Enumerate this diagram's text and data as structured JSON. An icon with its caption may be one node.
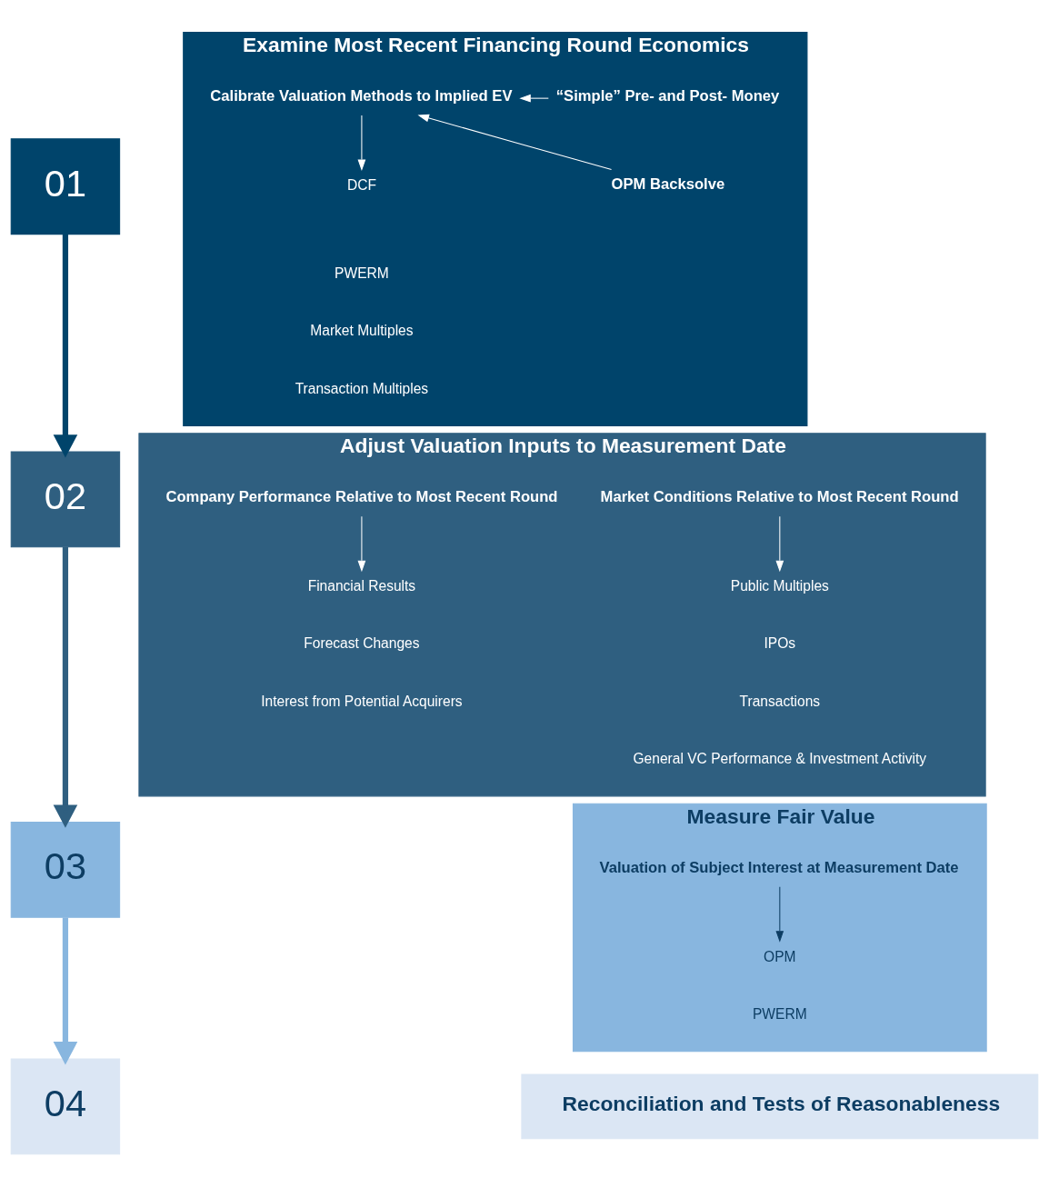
{
  "diagram": {
    "nodes": [
      {
        "text": [
          "01"
        ]
      },
      {
        "text": [
          "Examine Most Recent Financing Round Economics"
        ]
      },
      {
        "text": [
          "“Simple” Pre- and Post- Money"
        ],
        "in": 1
      },
      {
        "text": [
          "OPM Backsolve"
        ],
        "in": 1
      },
      {
        "text": [
          "Calibrate Valuation Methods to Implied EV"
        ],
        "in": 1
      },
      {
        "text": [
          "DCF"
        ],
        "in": 1
      },
      {
        "text": [
          "PWERM"
        ],
        "in": 1
      },
      {
        "text": [
          "Market Multiples"
        ],
        "in": 1
      },
      {
        "text": [
          "Transaction Multiples"
        ],
        "in": 1
      },
      {
        "text": [
          "02"
        ]
      },
      {
        "text": [
          "Adjust Valuation Inputs to Measurement Date"
        ]
      },
      {
        "text": [
          "Company Performance Relative to Most Recent Round"
        ],
        "in": 10
      },
      {
        "text": [
          "Financial Results"
        ],
        "in": 10
      },
      {
        "text": [
          "Forecast Changes"
        ],
        "in": 10
      },
      {
        "text": [
          "Interest from Potential Acquirers"
        ],
        "in": 10
      },
      {
        "text": [
          "Market Conditions Relative to Most Recent Round"
        ],
        "in": 10
      },
      {
        "text": [
          "Public Multiples"
        ],
        "in": 10
      },
      {
        "text": [
          "IPOs"
        ],
        "in": 10
      },
      {
        "text": [
          "Transactions"
        ],
        "in": 10
      },
      {
        "text": [
          "General VC Performance & Investment Activity"
        ],
        "in": 10
      },
      {
        "text": [
          "03"
        ]
      },
      {
        "text": [
          "Measure Fair Value"
        ]
      },
      {
        "text": [
          "Valuation of Subject Interest at Measurement Date"
        ],
        "in": 21
      },
      {
        "text": [
          "OPM"
        ],
        "in": 21
      },
      {
        "text": [
          "PWERM"
        ],
        "in": 21
      },
      {
        "text": [
          "04"
        ]
      },
      {
        "text": [
          "Reconciliation and Tests of Reasonableness"
        ]
      }
    ],
    "edges": [
      {
        "from": 2,
        "to": 4,
        "arrow": "to"
      },
      {
        "from": 3,
        "to": 4,
        "arrow": "to"
      },
      {
        "from": 4,
        "to": 5,
        "arrow": "to"
      },
      {
        "from": 11,
        "to": 12,
        "arrow": "to"
      },
      {
        "from": 15,
        "to": 16,
        "arrow": "to"
      },
      {
        "from": 22,
        "to": 23,
        "arrow": "to",
        "color": "#0d3d63"
      },
      {
        "from": 0,
        "to": 9,
        "arrow": "to",
        "style": "thick",
        "color": "#00446b"
      },
      {
        "from": 9,
        "to": 20,
        "arrow": "to",
        "style": "thick",
        "color": "#2f5f80"
      },
      {
        "from": 20,
        "to": 25,
        "arrow": "to",
        "style": "thick",
        "color": "#88b6df"
      }
    ]
  }
}
